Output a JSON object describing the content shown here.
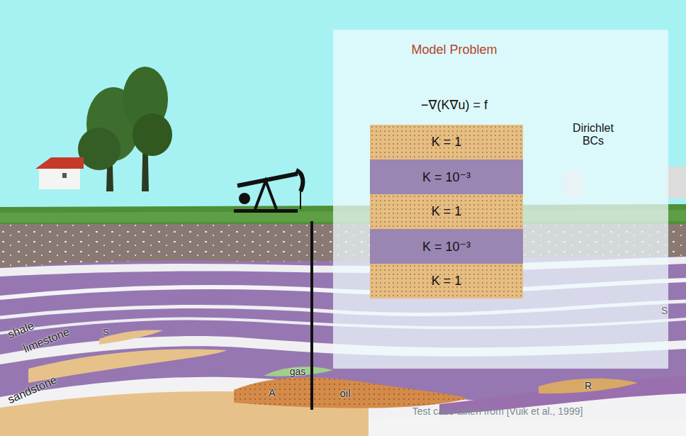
{
  "diagram": {
    "title": "Model Problem",
    "nodes": [
      {
        "text": [
          "K = 1"
        ]
      },
      {
        "text": [
          "K = 10⁻³"
        ]
      },
      {
        "text": [
          "K = 1"
        ]
      },
      {
        "text": [
          "K = 10⁻³"
        ]
      },
      {
        "text": [
          "K = 1"
        ]
      }
    ],
    "labels": [
      "−∇(K∇u) = f",
      "Dirichlet BCs",
      "Test case taken from [Vuik et al., 1999]",
      "shale",
      "limestone",
      "sandstone",
      "S",
      "gas",
      "A",
      "oil",
      "R",
      "S"
    ]
  }
}
